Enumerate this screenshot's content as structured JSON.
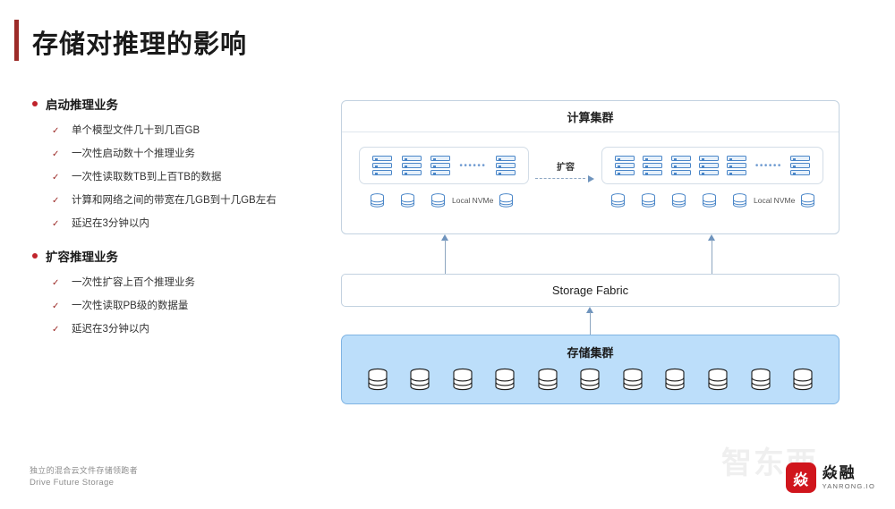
{
  "slide": {
    "title": "存储对推理的影响",
    "accent_color": "#9c2b28",
    "bullet_color": "#c0232b"
  },
  "bullets": [
    {
      "heading": "启动推理业务",
      "items": [
        "单个模型文件几十到几百GB",
        "一次性启动数十个推理业务",
        "一次性读取数TB到上百TB的数据",
        "计算和网络之间的带宽在几GB到十几GB左右",
        "延迟在3分钟以内"
      ]
    },
    {
      "heading": "扩容推理业务",
      "items": [
        "一次性扩容上百个推理业务",
        "一次性读取PB级的数据量",
        "延迟在3分钟以内"
      ]
    }
  ],
  "diagram": {
    "compute_cluster": {
      "title": "计算集群",
      "left_group": {
        "server_count": 3,
        "ellipsis": "••••••",
        "tail_server_count": 1,
        "cylinder_count_before_label": 3,
        "nvme_label": "Local NVMe",
        "cylinder_count_after_label": 1
      },
      "scale_out": {
        "label": "扩容",
        "arrow": "dashed-right-arrow"
      },
      "right_group": {
        "server_count": 5,
        "ellipsis": "••••••",
        "tail_server_count": 1,
        "cylinder_count_before_label": 5,
        "nvme_label": "Local NVMe",
        "cylinder_count_after_label": 1
      }
    },
    "fabric": {
      "label": "Storage Fabric"
    },
    "storage_cluster": {
      "title": "存储集群",
      "node_count": 11,
      "fill_color": "#bcdefa",
      "border_color": "#7fb4e3"
    }
  },
  "footer": {
    "tagline_cn": "独立的混合云文件存储领跑者",
    "tagline_en": "Drive Future Storage",
    "brand_cn": "焱融",
    "brand_en": "YANRONG.IO",
    "brand_glyph": "焱",
    "brand_color": "#d0151c",
    "watermark": "智东西"
  }
}
